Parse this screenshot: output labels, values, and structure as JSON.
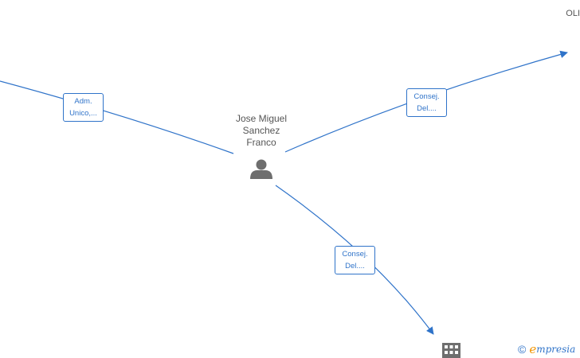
{
  "nodes": {
    "person": {
      "name_lines": [
        "Jose Miguel",
        "Sanchez",
        "Franco"
      ],
      "icon": "person-icon"
    },
    "company_top_right": {
      "name": "OLI",
      "icon": "none"
    },
    "company_bottom": {
      "icon": "building-icon"
    }
  },
  "edges": [
    {
      "id": "adm",
      "label_lines": [
        "Adm.",
        "Unico,..."
      ]
    },
    {
      "id": "consej-top",
      "label_lines": [
        "Consej.",
        "Del...."
      ]
    },
    {
      "id": "consej-bottom",
      "label_lines": [
        "Consej.",
        "Del...."
      ]
    }
  ],
  "branding": {
    "copyright_symbol": "©",
    "logo_initial": "e",
    "logo_rest": "mpresia"
  },
  "colors": {
    "edge": "#2f73c9",
    "node_text": "#555555",
    "icon": "#6e6e6e",
    "logo_accent": "#f29400"
  }
}
